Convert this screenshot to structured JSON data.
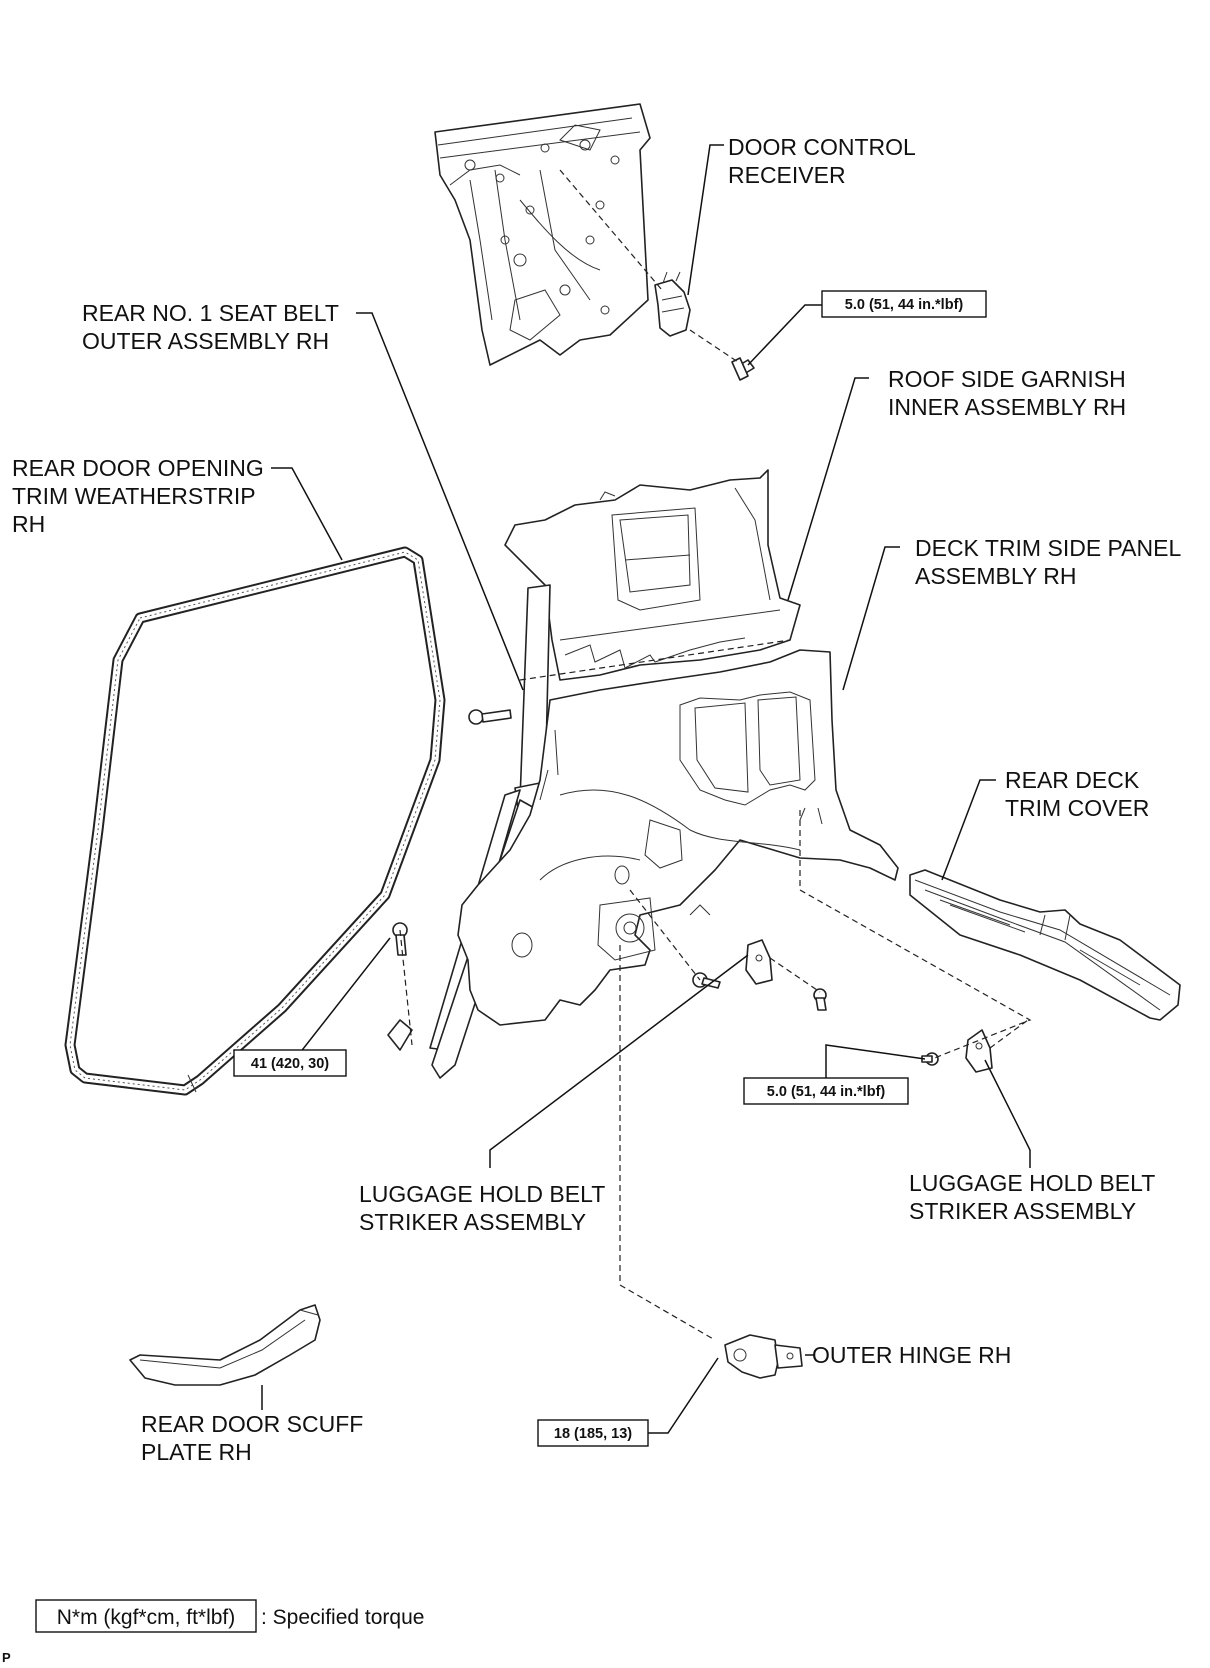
{
  "labels": {
    "door_control_receiver": [
      "DOOR CONTROL",
      "RECEIVER"
    ],
    "rear_no1_seat_belt": [
      "REAR NO. 1 SEAT BELT",
      "OUTER ASSEMBLY RH"
    ],
    "roof_side_garnish": [
      "ROOF SIDE GARNISH",
      "INNER ASSEMBLY RH"
    ],
    "rear_door_opening_trim": [
      "REAR DOOR OPENING",
      "TRIM WEATHERSTRIP",
      "RH"
    ],
    "deck_trim_side_panel": [
      "DECK TRIM SIDE PANEL",
      "ASSEMBLY RH"
    ],
    "rear_deck_trim_cover": [
      "REAR DECK",
      "TRIM COVER"
    ],
    "luggage_hold_belt_striker_left": [
      "LUGGAGE HOLD BELT",
      "STRIKER ASSEMBLY"
    ],
    "luggage_hold_belt_striker_right": [
      "LUGGAGE HOLD BELT",
      "STRIKER ASSEMBLY"
    ],
    "outer_hinge": [
      "OUTER HINGE RH"
    ],
    "rear_door_scuff_plate": [
      "REAR DOOR SCUFF",
      "PLATE RH"
    ]
  },
  "torques": {
    "receiver": "5.0 (51, 44 in.*lbf)",
    "seat_belt_anchor": "41 (420, 30)",
    "striker": "5.0 (51, 44 in.*lbf)",
    "hinge": "18 (185, 13)"
  },
  "legend": {
    "unit_box": "N*m (kgf*cm, ft*lbf)",
    "description": ": Specified torque"
  },
  "corner_code": "P"
}
